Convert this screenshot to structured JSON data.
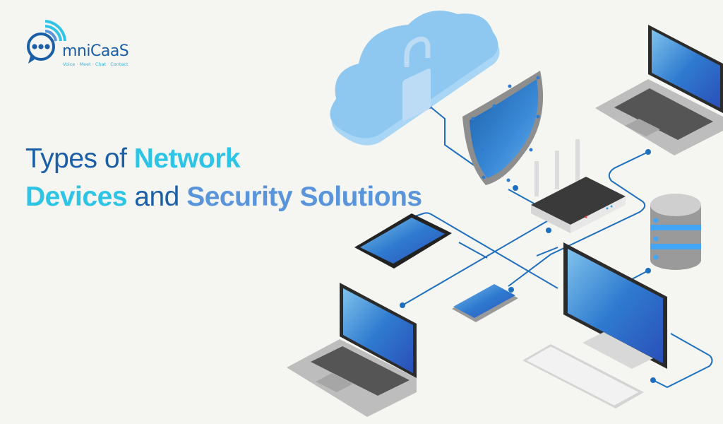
{
  "logo": {
    "brand_prefix": "O",
    "brand_text": "mniCaaS",
    "tagline": "Voice · Meet · Chat · Contact"
  },
  "title": {
    "line1_part1": "Types of ",
    "line1_part2": "Network",
    "line2_part1": "Devices",
    "line2_part2": " and ",
    "line2_part3": "Security Solutions"
  },
  "colors": {
    "background": "#f5f5f1",
    "title_dark": "#1a5fa8",
    "title_cyan": "#2ec4e6",
    "title_blue": "#5a95db",
    "network_line": "#1f6fc0",
    "cloud": "#8ec8f0",
    "screen": "#2f7bd0"
  },
  "illustration": {
    "items": [
      "cloud-lock",
      "security-shield",
      "wifi-router",
      "database-server",
      "laptop-top-right",
      "tablet",
      "smartphone",
      "laptop-bottom-left",
      "desktop-monitor",
      "keyboard"
    ]
  }
}
